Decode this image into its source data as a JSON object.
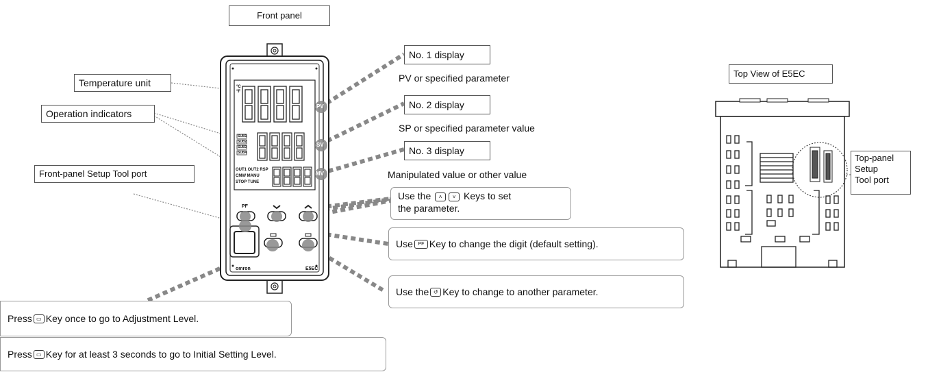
{
  "labels": {
    "front_panel": "Front panel",
    "temperature_unit": "Temperature unit",
    "operation_indicators": "Operation indicators",
    "front_setup_port": "Front-panel Setup Tool port",
    "top_view": "Top View of E5EC",
    "top_panel_port_1": "Top-panel",
    "top_panel_port_2": "Setup",
    "top_panel_port_3": "Tool port"
  },
  "displays": {
    "no1_title": "No. 1 display",
    "no1_desc": "PV or specified parameter",
    "no2_title": "No. 2 display",
    "no2_desc": "SP or specified parameter value",
    "no3_title": "No. 3 display",
    "no3_desc": "Manipulated value or other value"
  },
  "callouts": {
    "updown_pre": "Use the",
    "updown_post": "Keys to set",
    "updown_line2": "the parameter.",
    "pf_pre": "Use",
    "pf_post": "Key to change the digit (default setting).",
    "mode_pre": "Use the",
    "mode_post": "Key to change to another parameter.",
    "level_pre": "Press",
    "level_post": "Key once to go to Adjustment Level.",
    "init_pre": "Press",
    "init_post": "Key for at least 3 seconds to go to Initial Setting Level."
  },
  "device": {
    "pv_key": "PV",
    "sv_key": "SV",
    "mv_key": "MV",
    "pf_key": "PF",
    "sub_indicators": [
      "SUB1",
      "SUB2",
      "SUB3",
      "SUB4"
    ],
    "out_row1": "OUT1 OUT2 RSP",
    "out_row2": "CMW MANU",
    "out_row3": "STOP TUNE",
    "brand": "omron",
    "model": "E5EC",
    "unit_c": "°C",
    "unit_f": "°F"
  },
  "icons": {
    "up": "up-double-chevron-icon",
    "down": "down-double-chevron-icon",
    "pf": "pf-key-icon",
    "mode": "mode-key-icon",
    "level": "level-key-icon"
  }
}
